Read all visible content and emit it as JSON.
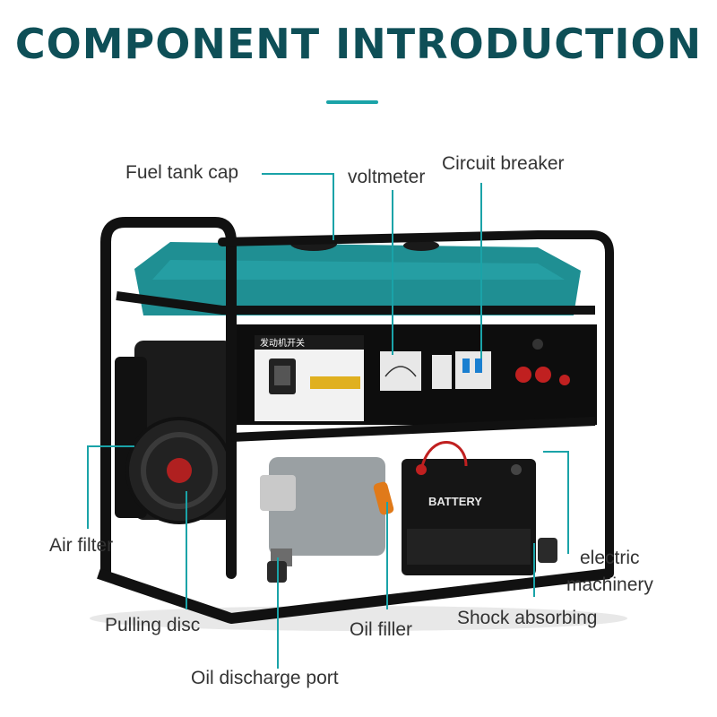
{
  "title": "COMPONENT INTRODUCTION",
  "accent_color": "#1aa3a8",
  "title_color": "#0e4f57",
  "product": "generator",
  "panel_text": {
    "engine_switch": "发动机开关",
    "battery": "BATTERY"
  },
  "callouts": {
    "fuel_tank_cap": "Fuel tank cap",
    "voltmeter": "voltmeter",
    "circuit_breaker": "Circuit breaker",
    "air_filter": "Air filter",
    "electric_machinery_line1": "electric",
    "electric_machinery_line2": "machinery",
    "pulling_disc": "Pulling disc",
    "oil_filler": "Oil filler",
    "shock_absorbing": "Shock absorbing",
    "oil_discharge_port": "Oil discharge port"
  }
}
